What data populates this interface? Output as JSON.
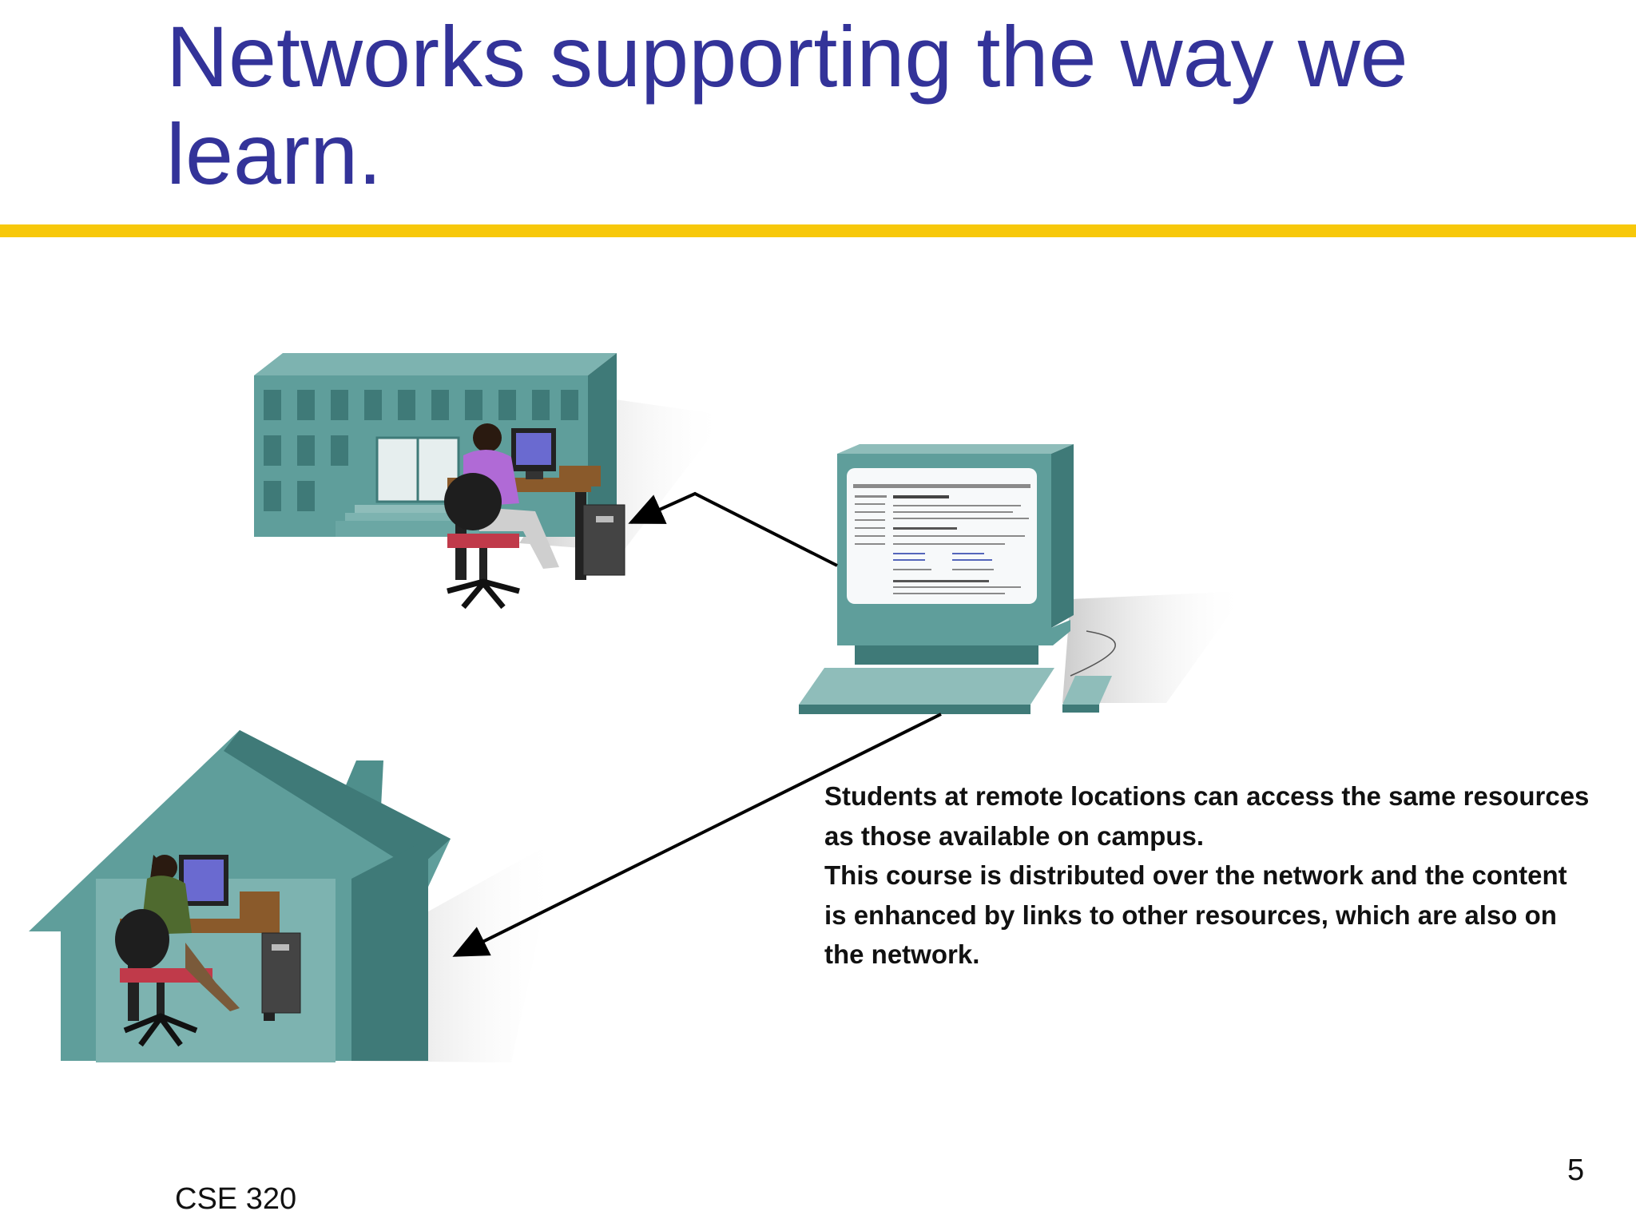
{
  "slide": {
    "title": "Networks supporting the way we learn.",
    "caption": {
      "line_1": "Students at remote locations can access the same resources as those available on campus.",
      "line_2": "This course is distributed over the network and the content is enhanced by links to other resources, which are also on the network."
    },
    "footer": "CSE 320",
    "page_number": "5"
  },
  "colors": {
    "title": "#333399",
    "rule": "#f7c80a",
    "building_teal": "#5f9e9b",
    "building_dark": "#3f7a78"
  }
}
